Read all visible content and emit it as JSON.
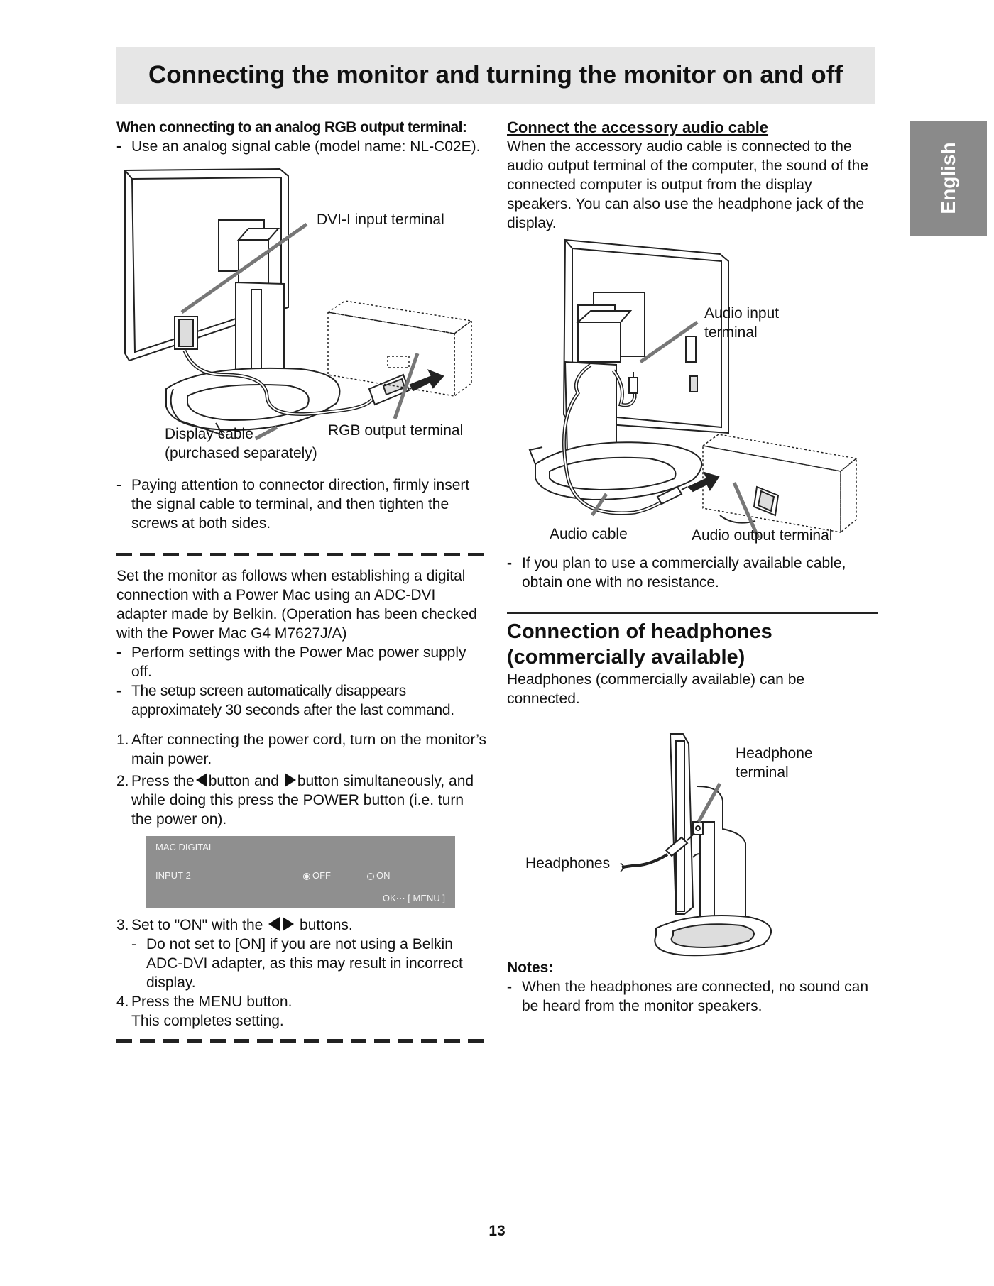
{
  "header": {
    "title": "Connecting the monitor and turning the monitor on and off"
  },
  "side_tab": {
    "label": "English"
  },
  "left": {
    "analog_heading": "When connecting to an analog RGB output terminal:",
    "analog_bullet": "Use an analog signal cable (model name: NL-C02E).",
    "fig1_labels": {
      "dvi": "DVI-I input terminal",
      "display_cable_1": "Display cable",
      "display_cable_2": "(purchased separately)",
      "rgb": "RGB output terminal"
    },
    "attention_bullet": "Paying attention to connector direction, firmly insert the signal cable to terminal, and then tighten the screws at both sides.",
    "mac_intro": "Set the monitor as follows when establishing a digital connection with a Power Mac using an ADC-DVI adapter made by Belkin. (Operation has been checked with the Power Mac G4 M7627J/A)",
    "mac_bullets": [
      "Perform settings with the Power Mac power supply off.",
      "The setup screen automatically disappears approximately 30 seconds after the last command."
    ],
    "steps": {
      "s1_num": "1.",
      "s1": "After connecting the power cord, turn on the monitor’s main power.",
      "s2_num": "2.",
      "s2_a": "Press the",
      "s2_b": "button and",
      "s2_c": "button simultaneously, and while doing this press the POWER button (i.e. turn the power on).",
      "s3_num": "3.",
      "s3_a": "Set to \"ON\" with the",
      "s3_b": "buttons.",
      "s3_sub": "Do not set to [ON] if you are not using a Belkin ADC-DVI adapter, as this may result in incorrect display.",
      "s4_num": "4.",
      "s4": "Press the MENU button.",
      "s4_b": "This completes setting."
    },
    "osd": {
      "title": "MAC DIGITAL",
      "input": "INPUT-2",
      "off": "OFF",
      "on": "ON",
      "ok": "OK··· [ MENU ]"
    }
  },
  "right": {
    "audio_heading": "Connect the accessory audio cable",
    "audio_text": "When the accessory audio cable is connected to the audio output terminal of the computer, the sound of the connected computer is output from the display speakers. You can also use the headphone jack of the display.",
    "fig2_labels": {
      "audio_input_1": "Audio input",
      "audio_input_2": "terminal",
      "audio_cable": "Audio cable",
      "audio_output": "Audio output terminal"
    },
    "resistance_bullet": "If you plan to use a commercially available cable, obtain one with no resistance.",
    "headphones_heading_1": "Connection of headphones",
    "headphones_heading_2": "(commercially available)",
    "headphones_text": "Headphones (commercially available) can be connected.",
    "fig3_labels": {
      "terminal_1": "Headphone",
      "terminal_2": "terminal",
      "headphones": "Headphones"
    },
    "notes_heading": "Notes:",
    "notes_bullet": "When the headphones are connected, no sound can be heard from the monitor speakers."
  },
  "footer": {
    "page_number": "13"
  }
}
